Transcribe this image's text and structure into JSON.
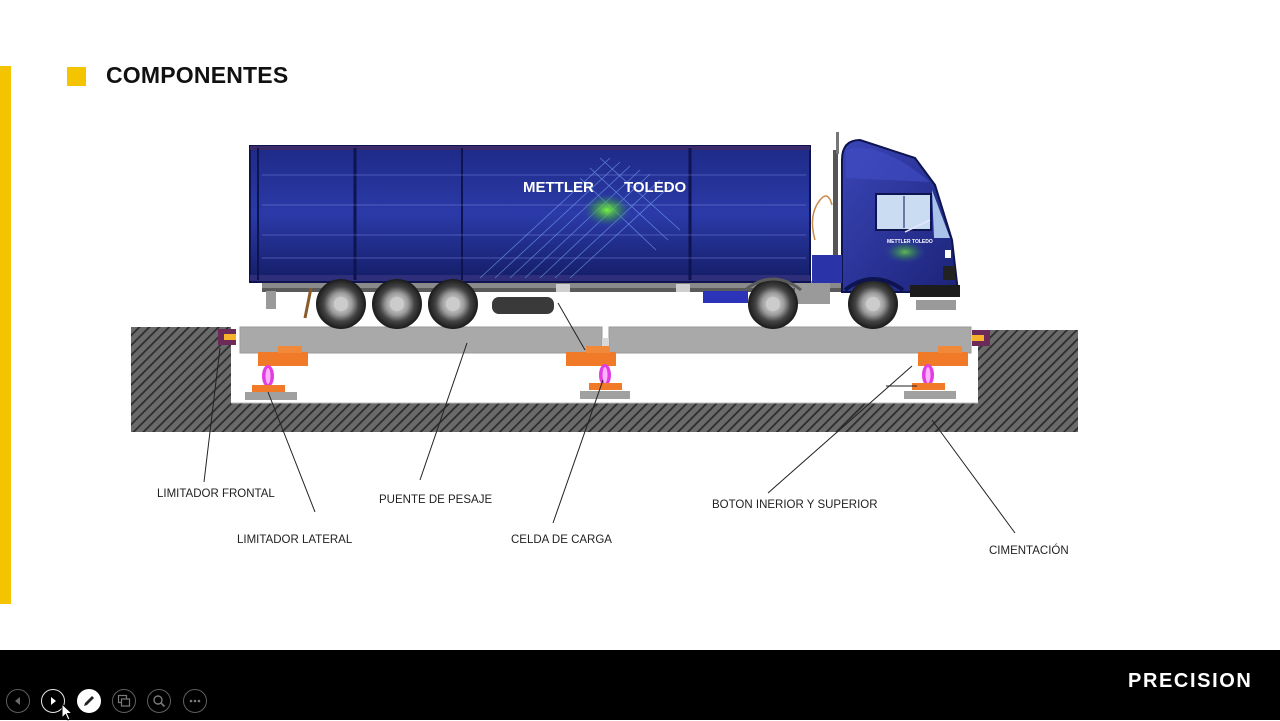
{
  "slide": {
    "title": "COMPONENTES",
    "accent_color": "#f5c400",
    "truck_logo": {
      "left": "METTLER",
      "right": "TOLEDO",
      "cab": "METTLER TOLEDO"
    },
    "labels": {
      "limitador_frontal": "LIMITADOR FRONTAL",
      "limitador_lateral": "LIMITADOR LATERAL",
      "puente_de_pesaje": "PUENTE DE PESAJE",
      "celda_de_carga": "CELDA DE CARGA",
      "boton": "BOTON INERIOR Y SUPERIOR",
      "cimentacion": "CIMENTACIÓN"
    }
  },
  "toolbar": {
    "brand": "PRECISION",
    "controls": [
      "previous-icon",
      "next-icon",
      "pen-icon",
      "slides-icon",
      "zoom-icon",
      "more-icon"
    ]
  }
}
